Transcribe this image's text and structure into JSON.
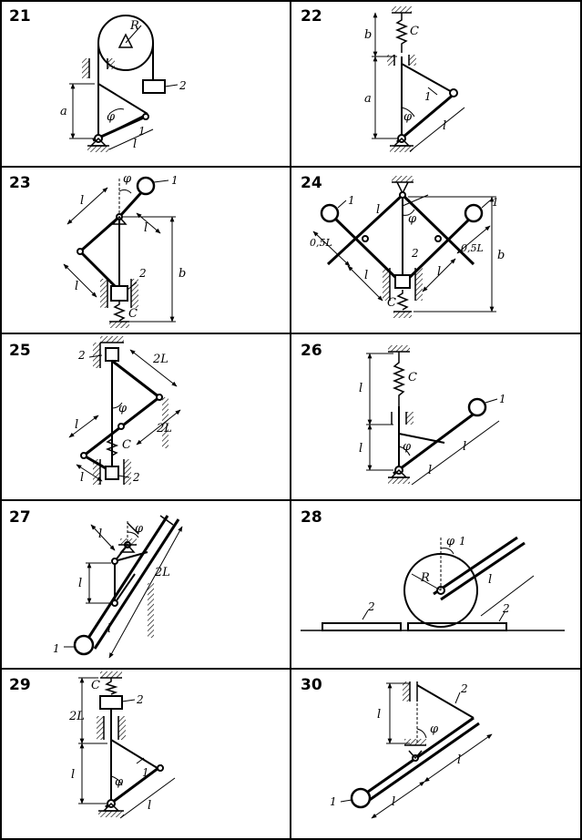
{
  "cells": [
    {
      "number": "21",
      "labels": {
        "R": "R",
        "n2": "2",
        "a": "a",
        "phi": "φ",
        "n1": "1",
        "l": "l"
      }
    },
    {
      "number": "22",
      "labels": {
        "b": "b",
        "c": "C",
        "a": "a",
        "n1": "1",
        "phi": "φ",
        "l": "l"
      }
    },
    {
      "number": "23",
      "labels": {
        "phi": "φ",
        "n1": "1",
        "l1": "l",
        "l2": "l",
        "l3": "l",
        "n2": "2",
        "b": "b",
        "c": "C"
      }
    },
    {
      "number": "24",
      "labels": {
        "n1a": "1",
        "l1": "l",
        "phi": "φ",
        "n1b": "1",
        "l05a": "0,5L",
        "l2": "l",
        "n2": "2",
        "l05b": "0,5L",
        "l3": "l",
        "c": "C",
        "b": "b"
      }
    },
    {
      "number": "25",
      "labels": {
        "n2a": "2",
        "l2a": "2L",
        "phi": "φ",
        "l1": "l",
        "l2b": "2L",
        "c": "C",
        "l2": "l",
        "n2b": "2"
      }
    },
    {
      "number": "26",
      "labels": {
        "l1": "l",
        "c": "C",
        "n1": "1",
        "l2": "l",
        "phi": "φ",
        "l3": "l",
        "l4": "l"
      }
    },
    {
      "number": "27",
      "labels": {
        "l1": "l",
        "phi": "φ",
        "l2": "l",
        "l2l": "2L",
        "l3": "l",
        "n1": "1"
      }
    },
    {
      "number": "28",
      "labels": {
        "phi": "φ",
        "n1": "1",
        "R": "R",
        "l": "l",
        "n2a": "2",
        "n2b": "2"
      }
    },
    {
      "number": "29",
      "labels": {
        "c": "C",
        "n2": "2",
        "l2l": "2L",
        "l1": "l",
        "phi": "φ",
        "n1": "1",
        "l2": "l"
      }
    },
    {
      "number": "30",
      "labels": {
        "n2": "2",
        "l1": "l",
        "phi": "φ",
        "n1": "1",
        "l2": "l",
        "l3": "l"
      }
    }
  ]
}
